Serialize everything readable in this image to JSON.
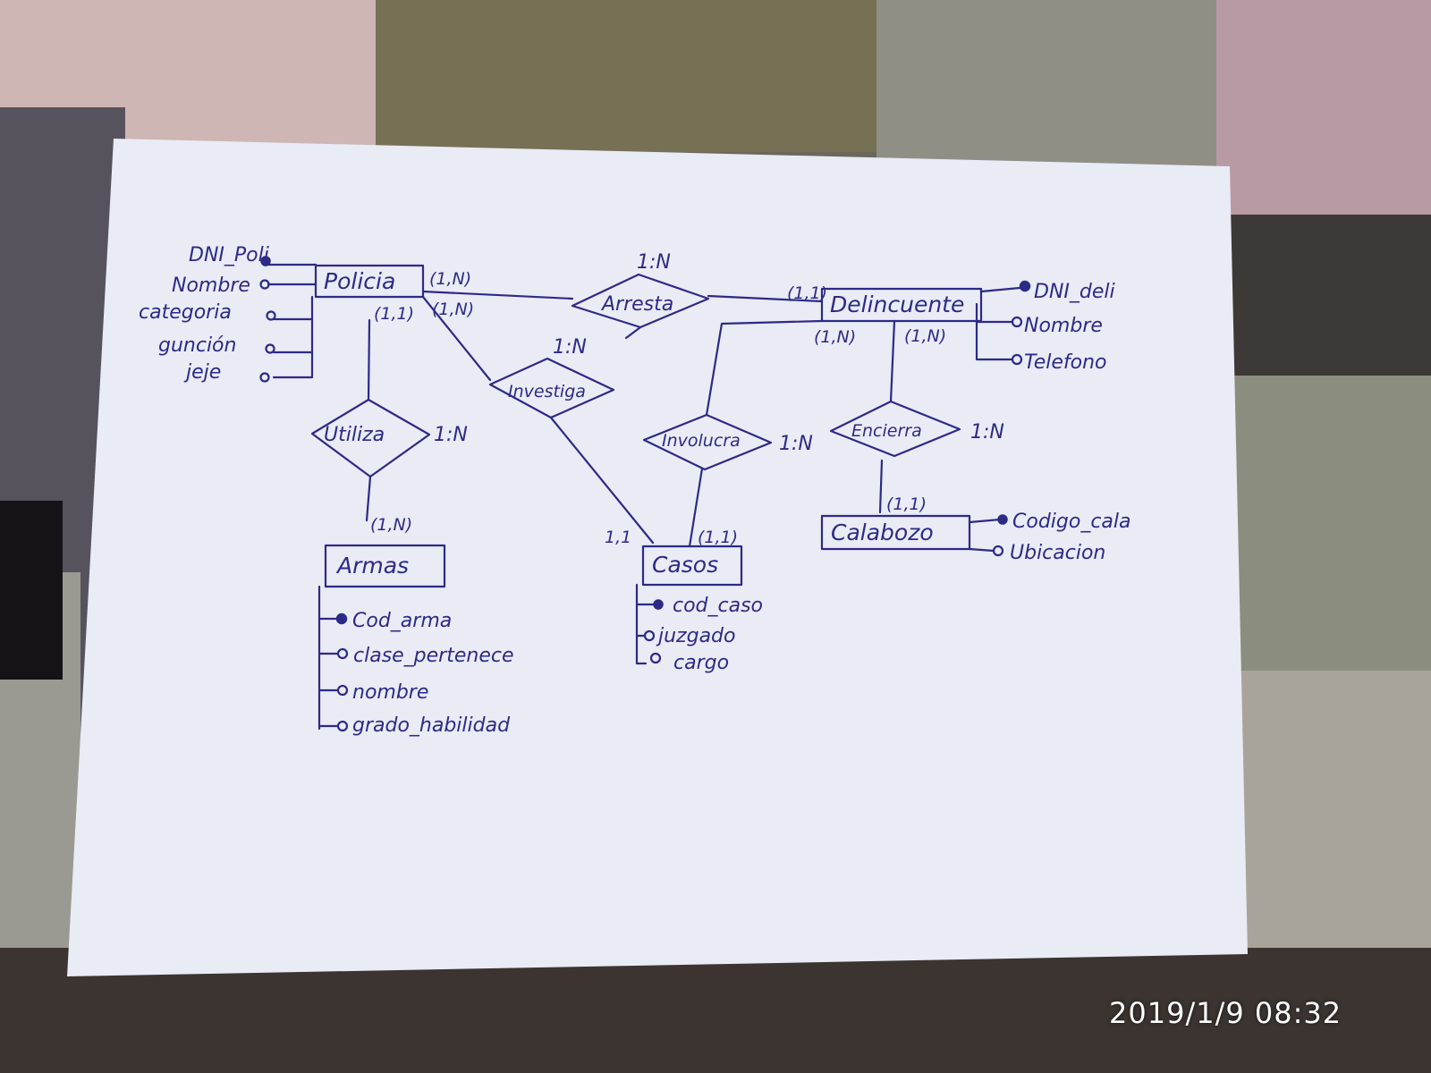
{
  "timestamp": "2019/1/9  08:32",
  "colors": {
    "ink": "#2d2a86",
    "paper": "#e9ebf5"
  },
  "entities": {
    "policia": {
      "label": "Policia",
      "attributes": [
        "DNI_Poli",
        "Nombre",
        "categoria",
        "gunción",
        "jeje"
      ]
    },
    "delincuente": {
      "label": "Delincuente",
      "attributes": [
        "DNI_deli",
        "Nombre",
        "Telefono"
      ]
    },
    "armas": {
      "label": "Armas",
      "attributes": [
        "Cod_arma",
        "clase_pertenece",
        "nombre",
        "grado_habilidad"
      ]
    },
    "casos": {
      "label": "Casos",
      "attributes": [
        "cod_caso",
        "juzgado",
        "cargo"
      ]
    },
    "calabozo": {
      "label": "Calabozo",
      "attributes": [
        "Codigo_cala",
        "Ubicacion"
      ]
    }
  },
  "relationships": {
    "arresta": {
      "label": "Arresta",
      "card": "1:N"
    },
    "investiga": {
      "label": "Investiga",
      "card": "1:N"
    },
    "utiliza": {
      "label": "Utiliza",
      "card": "1:N"
    },
    "involucra": {
      "label": "Involucra",
      "card": "1:N"
    },
    "encierra": {
      "label": "Encierra",
      "card": "1:N"
    }
  },
  "participations": {
    "policia_arresta": "(1,N)",
    "policia_investiga": "(1,N)",
    "policia_utiliza": "(1,1)",
    "delincuente_arresta": "(1,1)",
    "delincuente_involucra": "(1,N)",
    "delincuente_encierra": "(1,N)",
    "armas_utiliza": "(1,N)",
    "casos_investiga": "1,1",
    "casos_involucra": "(1,1)",
    "calabozo_encierra": "(1,1)"
  }
}
